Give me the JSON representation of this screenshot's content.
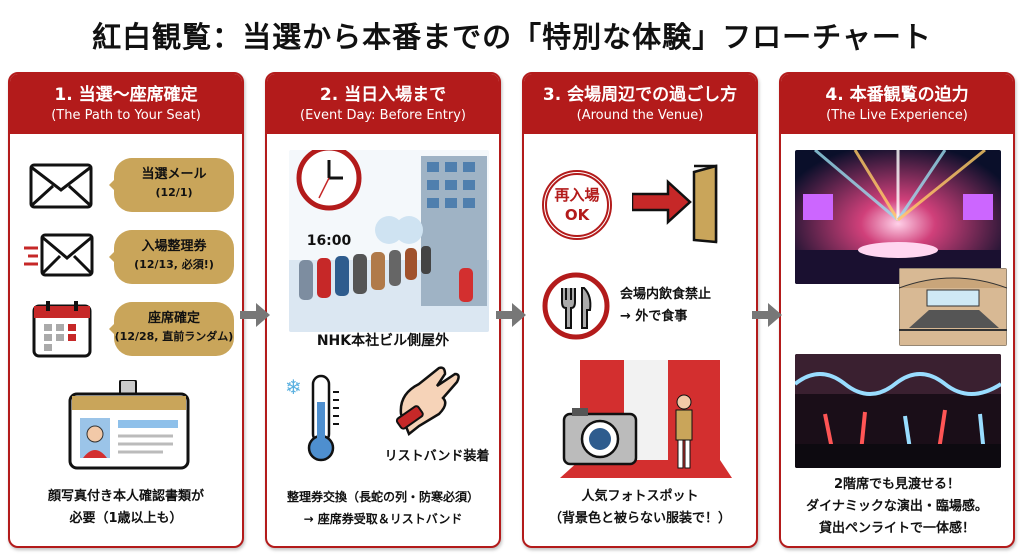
{
  "title": "紅白観覧：当選から本番までの「特別な体験」フローチャート",
  "colors": {
    "accent": "#b31b1b",
    "gold": "#c9a55a",
    "arrow": "#777777"
  },
  "panels": [
    {
      "title": "1. 当選～座席確定",
      "subtitle": "(The Path to Your Seat)",
      "steps": [
        {
          "icon": "envelope-icon",
          "label": "当選メール",
          "detail": "(12/1)"
        },
        {
          "icon": "sending-envelope-icon",
          "label": "入場整理券",
          "detail": "(12/13, 必須!)"
        },
        {
          "icon": "calendar-icon",
          "label": "座席確定",
          "detail": "(12/28, 直前ランダム)"
        }
      ],
      "caption": [
        "顔写真付き本人確認書類が",
        "必要（1歳以上も）"
      ]
    },
    {
      "title": "2. 当日入場まで",
      "subtitle": "(Event Day: Before Entry)",
      "time": "16:00",
      "location": "NHK本社ビル側屋外",
      "wristband": "リストバンド装着",
      "caption": [
        "整理券交換（長蛇の列・防寒必須）",
        "→ 座席券受取＆リストバンド"
      ]
    },
    {
      "title": "3. 会場周辺での過ごし方",
      "subtitle": "(Around the Venue)",
      "reentry": [
        "再入場",
        "OK"
      ],
      "food": [
        "会場内飲食禁止",
        "→ 外で食事"
      ],
      "caption": [
        "人気フォトスポット",
        "（背景色と被らない服装で！）"
      ]
    },
    {
      "title": "4. 本番観覧の迫力",
      "subtitle": "(The Live Experience)",
      "caption": [
        "2階席でも見渡せる！",
        "ダイナミックな演出・臨場感。",
        "貸出ペンライトで一体感！"
      ]
    }
  ]
}
